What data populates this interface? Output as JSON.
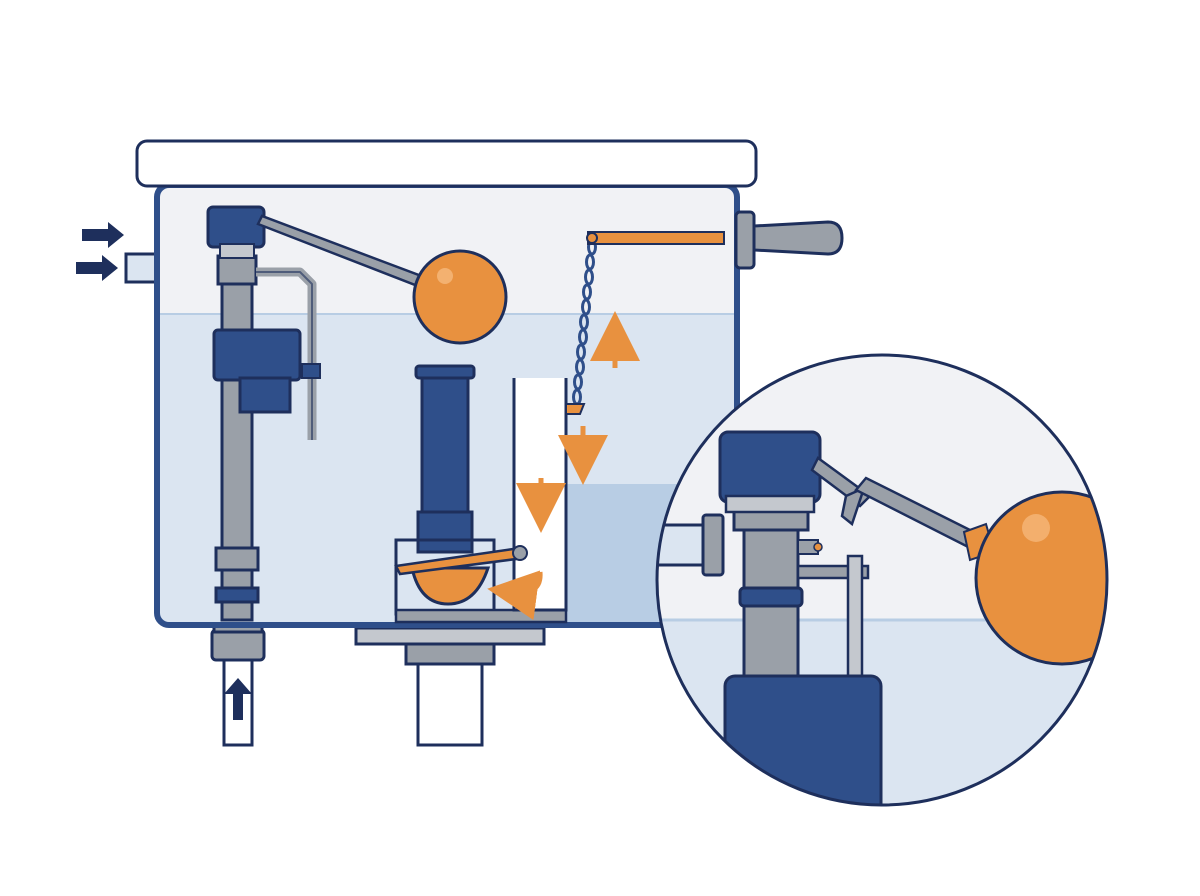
{
  "colors": {
    "background": "#ffffff",
    "outline": "#1e2f5c",
    "navy": "#2f4f8a",
    "navy_dark": "#22386b",
    "water": "#dbe5f1",
    "water_light": "#eef2f8",
    "air": "#f1f2f5",
    "overflow_water": "#b8cde4",
    "metal": "#9aa0a8",
    "metal_light": "#c4c8ce",
    "orange": "#e8913f",
    "orange_dark": "#c86f22",
    "lid": "#ffffff",
    "pipe_fill": "#e9eef5"
  },
  "components": [
    {
      "id": "tank-lid",
      "icon": "lid-icon"
    },
    {
      "id": "tank-body",
      "icon": "tank-icon"
    },
    {
      "id": "water-supply-inlet",
      "icon": "pipe-icon"
    },
    {
      "id": "fill-valve",
      "icon": "valve-icon"
    },
    {
      "id": "float-arm",
      "icon": "arm-icon"
    },
    {
      "id": "float-ball",
      "icon": "ball-icon"
    },
    {
      "id": "refill-tube",
      "icon": "tube-icon"
    },
    {
      "id": "overflow-tube",
      "icon": "overflow-icon"
    },
    {
      "id": "flapper",
      "icon": "flapper-icon"
    },
    {
      "id": "lift-chain",
      "icon": "chain-icon"
    },
    {
      "id": "trip-lever",
      "icon": "lever-icon"
    },
    {
      "id": "flush-handle",
      "icon": "handle-icon"
    },
    {
      "id": "flush-valve-drain",
      "icon": "drain-icon"
    },
    {
      "id": "supply-line",
      "icon": "supply-line-icon"
    },
    {
      "id": "fill-valve-detail-inset",
      "icon": "magnifier-icon"
    }
  ],
  "flow_arrows": [
    {
      "id": "inlet-arrow-top",
      "direction": "right",
      "color": "#1e2f5c"
    },
    {
      "id": "inlet-arrow-bottom",
      "direction": "right",
      "color": "#1e2f5c"
    },
    {
      "id": "supply-arrow",
      "direction": "up",
      "color": "#1e2f5c"
    },
    {
      "id": "chain-up-arrow",
      "direction": "up",
      "color": "#e8913f"
    },
    {
      "id": "chain-down-arrow",
      "direction": "down",
      "color": "#e8913f"
    },
    {
      "id": "overflow-down-arrow",
      "direction": "down",
      "color": "#e8913f"
    },
    {
      "id": "flapper-flow-arrow",
      "direction": "curve-left",
      "color": "#e8913f"
    }
  ]
}
